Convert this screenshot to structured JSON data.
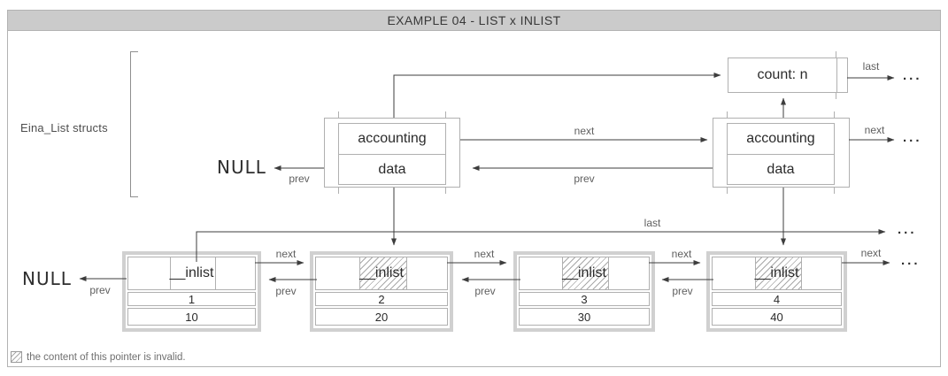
{
  "title": "EXAMPLE 04 - LIST x INLIST",
  "section_label": "Eina_List structs",
  "labels": {
    "next": "next",
    "prev": "prev",
    "last": "last",
    "null_ptr": "NULL",
    "ellipsis": "..."
  },
  "list_nodes": [
    {
      "top": "accounting",
      "bottom": "data"
    },
    {
      "top": "accounting",
      "bottom": "data"
    }
  ],
  "count_box": {
    "text": "count: n"
  },
  "inlist_nodes": [
    {
      "header": "__inlist",
      "hatched": false,
      "id": "1",
      "value": "10"
    },
    {
      "header": "__inlist",
      "hatched": true,
      "id": "2",
      "value": "20"
    },
    {
      "header": "__inlist",
      "hatched": true,
      "id": "3",
      "value": "30"
    },
    {
      "header": "__inlist",
      "hatched": true,
      "id": "4",
      "value": "40"
    }
  ],
  "legend": {
    "text": "the content of this pointer is invalid."
  },
  "colors": {
    "line": "#3d3d3d",
    "label": "#5f5f5f",
    "boxborder": "#b0b0b0",
    "nodeframe": "#d0d0d0",
    "titlebg": "#cbcbcb",
    "framestroke": "#b3b3b3",
    "text": "#2b2b2b",
    "hatch": "#a8a8a8"
  }
}
